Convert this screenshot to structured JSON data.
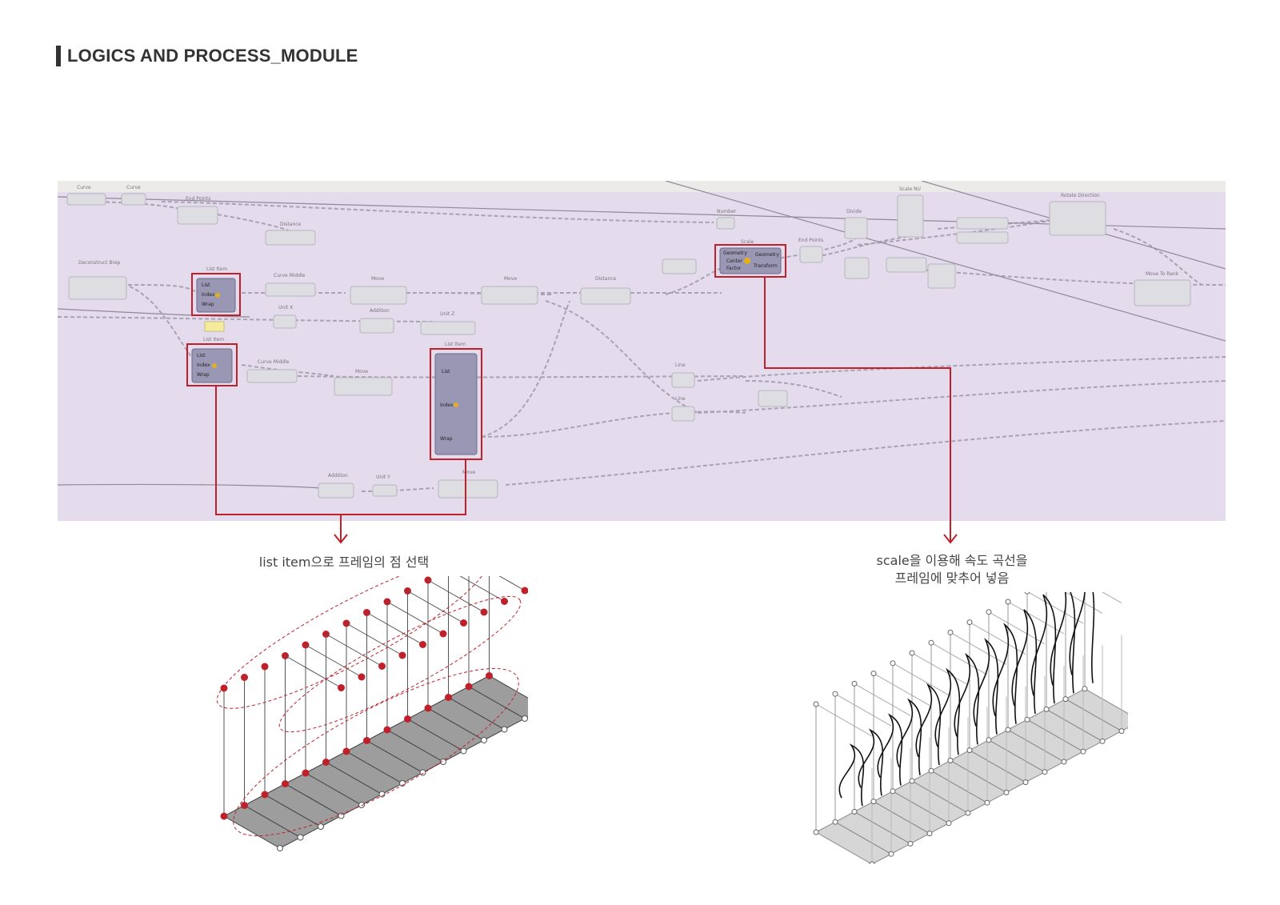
{
  "header": {
    "title": "LOGICS AND PROCESS_MODULE"
  },
  "captions": {
    "left": "list item으로 프레임의 점 선택",
    "right_line1": "scale을 이용해 속도 곡선을",
    "right_line2": "프레임에 맞추어 넣음"
  },
  "colors": {
    "canvas_bg": "#e3d9eb",
    "highlight": "#c0202a",
    "node_fill": "#dedee3",
    "selected_node": "#9a97b5"
  },
  "nodes": {
    "curve1": "Curve",
    "curve2": "Curve",
    "end_points_top": "End Points",
    "distance1": "Distance",
    "number": "Number",
    "scale": "Scale",
    "scale_geometry": "Geometry",
    "scale_center": "Center",
    "scale_factor": "Factor",
    "scale_out_geometry": "Geometry",
    "scale_out_transform": "Transform",
    "scale_nu": "Scale NU",
    "rotate_direction": "Rotate Direction",
    "move_to_rank": "Move To Rank",
    "deconstruct_brep": "Deconstruct Brep",
    "list_item1": "List Item",
    "list_item2": "List Item",
    "list_item3": "List Item",
    "curve_middle1": "Curve Middle",
    "curve_middle2": "Curve Middle",
    "move1": "Move",
    "move2": "Move",
    "move3": "Move",
    "move4": "Move",
    "addition1": "Addition",
    "addition2": "Addition",
    "unit_x": "Unit X",
    "unit_z": "Unit Z",
    "unit_y": "Unit Y",
    "distance2": "Distance",
    "line1": "Line",
    "line2": "Line",
    "divide": "Divide",
    "end_points": "End Points",
    "list_in_list": "List",
    "list_in_index": "Index",
    "list_in_wrap": "Wrap",
    "li3_list": "List",
    "li3_index": "Index",
    "li3_wrap": "Wrap"
  }
}
